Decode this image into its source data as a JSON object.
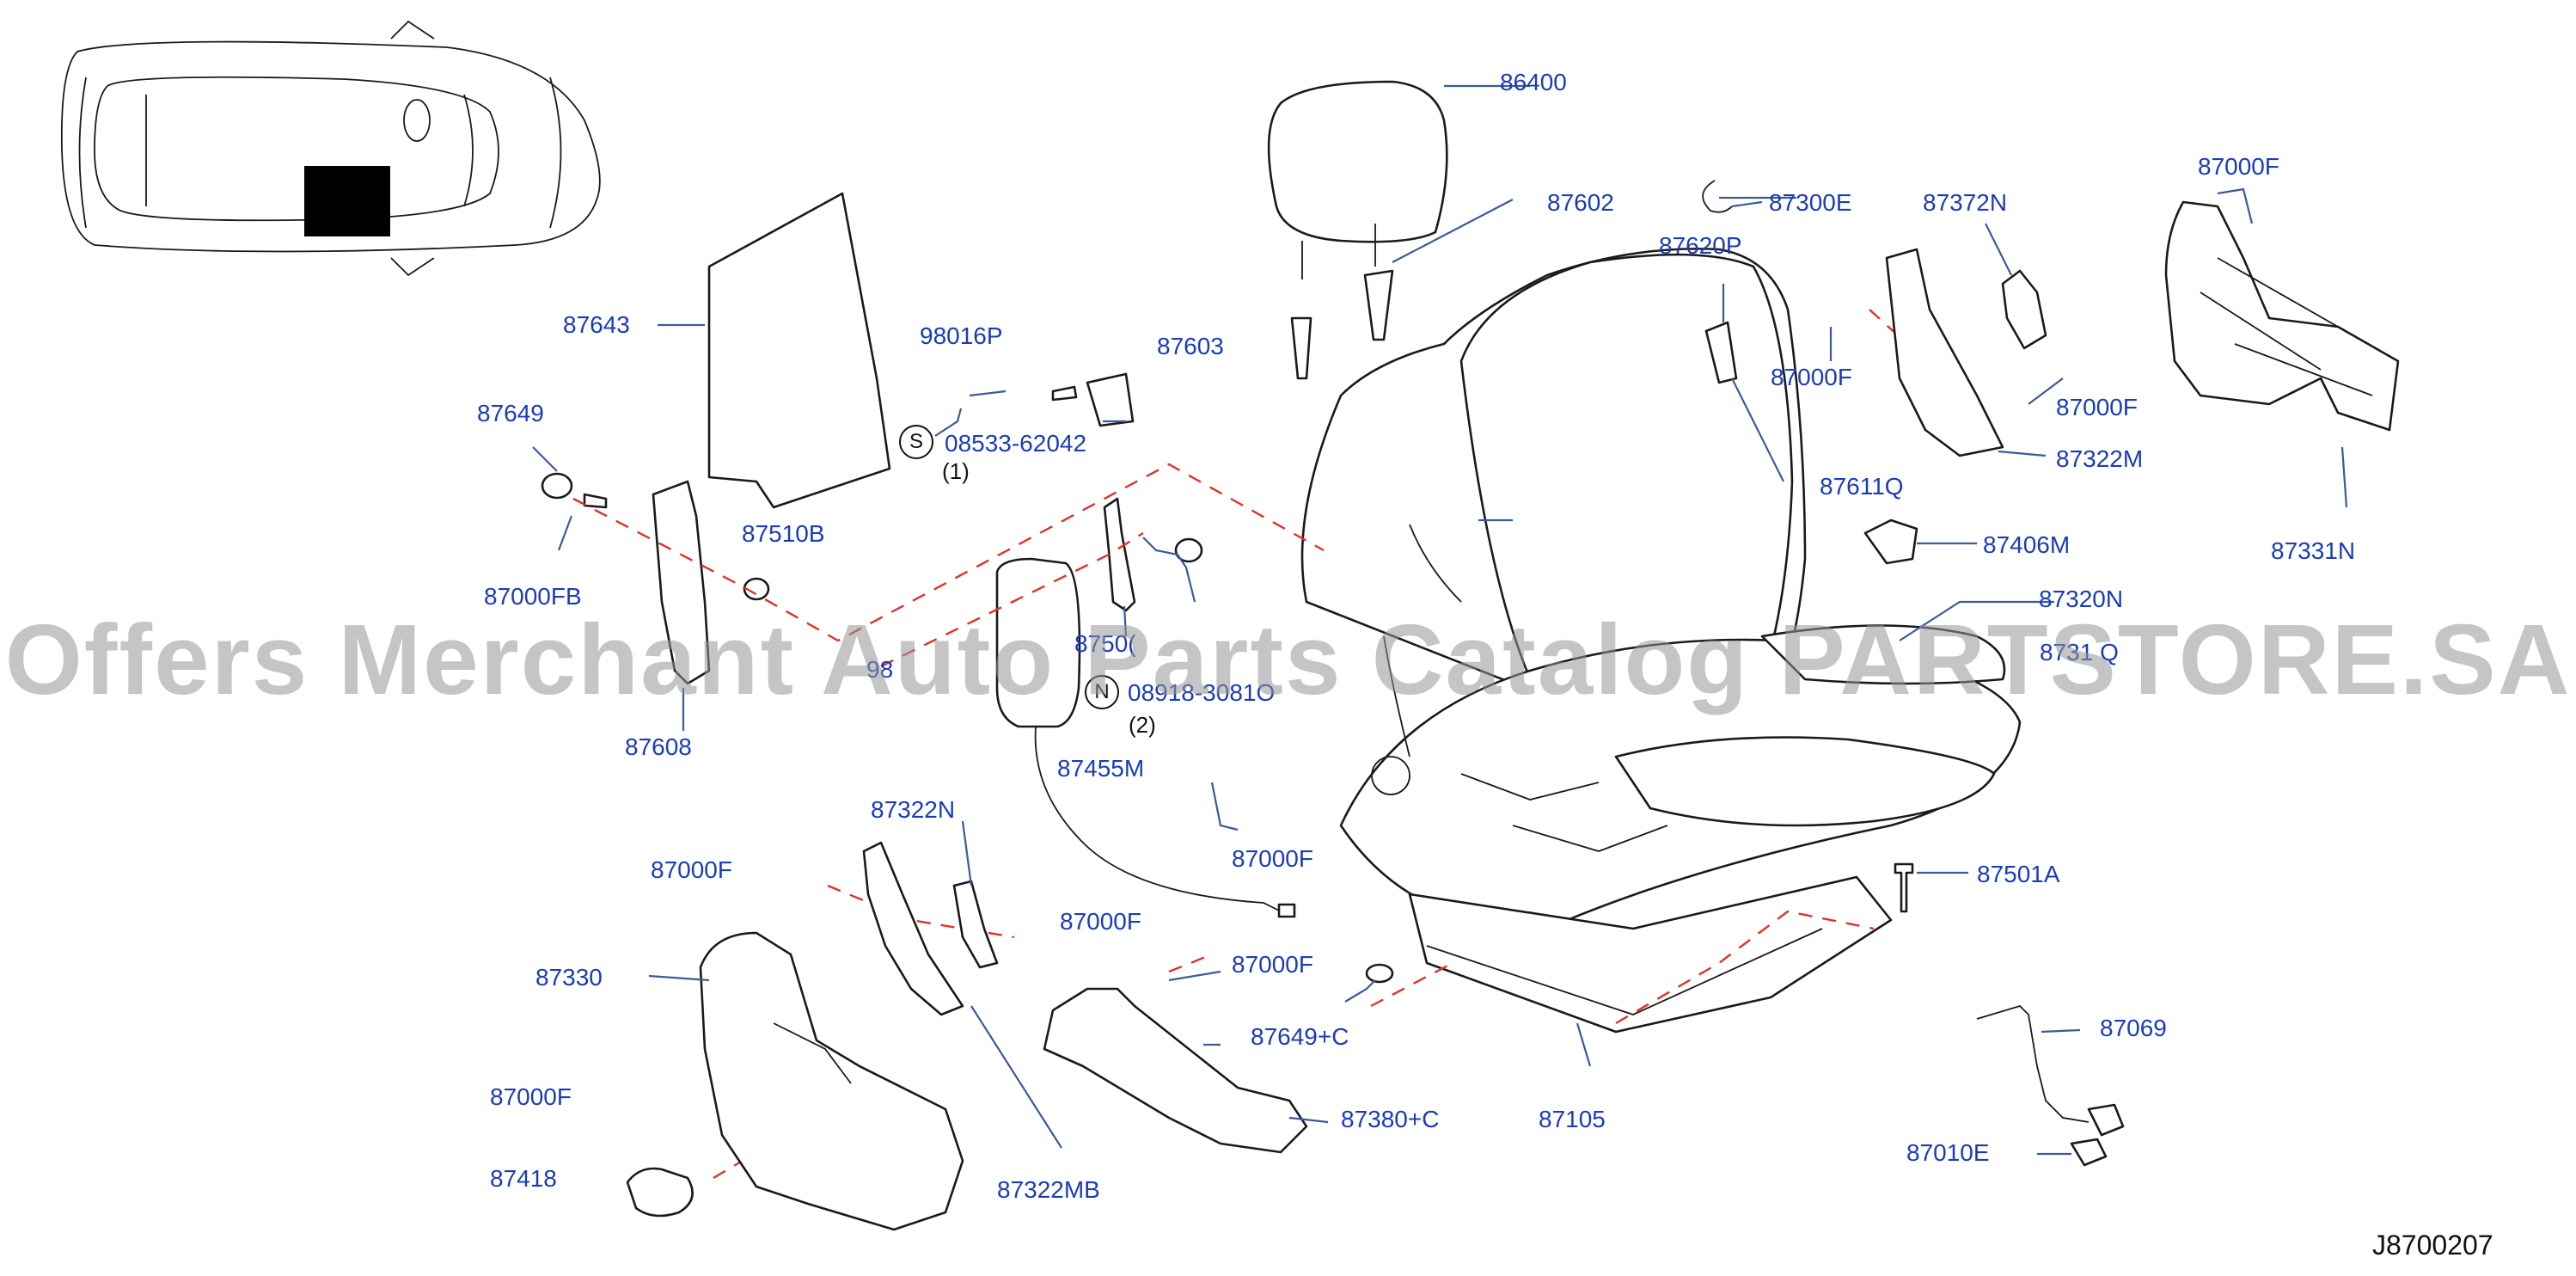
{
  "diagram_code": "J8700207",
  "watermark": "Offers Merchant Auto Parts Catalog PARTSTORE.SA",
  "notes": {
    "n1": "(1)",
    "n2": "(2)",
    "s_symbol": "S",
    "n_symbol": "N"
  },
  "labels": {
    "p86400": "86400",
    "p87602": "87602",
    "p87603": "87603",
    "p98016P": "98016P",
    "p08533": "08533-62042",
    "p87643": "87643",
    "p87649": "87649",
    "p87000FB": "87000FB",
    "p87510B": "87510B",
    "p87608": "87608",
    "p87500": "8750(",
    "p98x": "98",
    "p08918": "08918-3081O",
    "p87455M": "87455M",
    "p87000F_a": "87000F",
    "p87322N_a": "87322N",
    "p87000F_b": "87000F",
    "p87000F_c": "87000F",
    "p87330": "87330",
    "p87000F_d": "87000F",
    "p87418": "87418",
    "p87322MB": "87322MB",
    "p87000F_e": "87000F",
    "p87380C": "87380+C",
    "p87649C": "87649+C",
    "p87105": "87105",
    "p87620P": "87620P",
    "p87611Q": "87611Q",
    "p87300E": "87300E",
    "p87372N": "87372N",
    "p87000F_f": "87000F",
    "p87000F_g": "87000F",
    "p87322M": "87322M",
    "p87000F_h": "87000F",
    "p87331N": "87331N",
    "p87406M": "87406M",
    "p87320N": "87320N",
    "p8731Q": "8731 Q",
    "p87501A": "87501A",
    "p87069": "87069",
    "p87010E": "87010E"
  }
}
